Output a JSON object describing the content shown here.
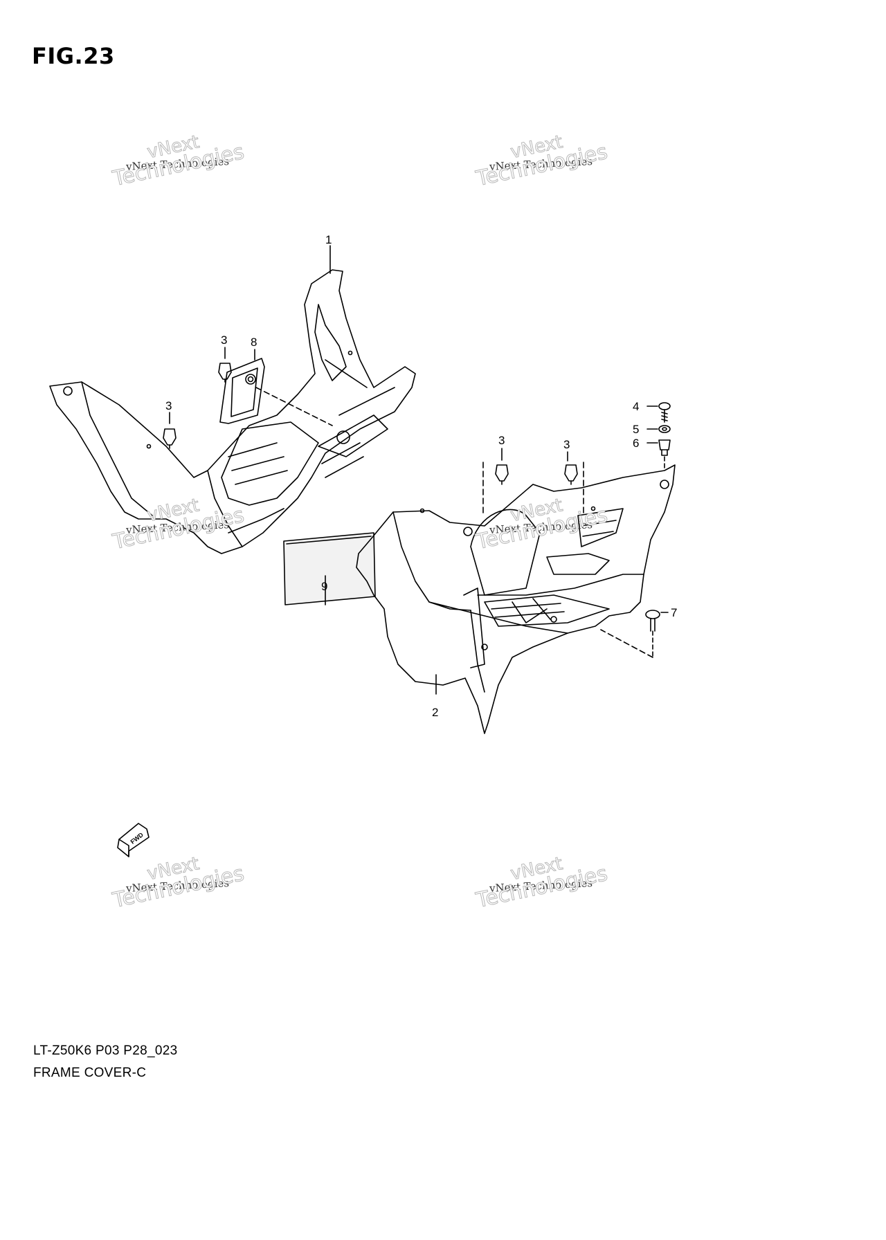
{
  "figure": {
    "title": "FIG.23"
  },
  "watermark": {
    "line1": "vNext",
    "line2": "vNext Technologies",
    "line3": "Technologies"
  },
  "callouts": {
    "frame_cover_left": "1",
    "frame_cover_right": "2",
    "clip_a": "3",
    "clip_b": "3",
    "clip_c": "3",
    "clip_d": "3",
    "screw": "4",
    "washer": "5",
    "cushion": "6",
    "bolt": "7",
    "grommet": "8",
    "reflector": "9"
  },
  "fwd_arrow": {
    "label": "FWD"
  },
  "footer": {
    "model_code": "LT-Z50K6 P03 P28_023",
    "part_name": "FRAME COVER-C"
  }
}
